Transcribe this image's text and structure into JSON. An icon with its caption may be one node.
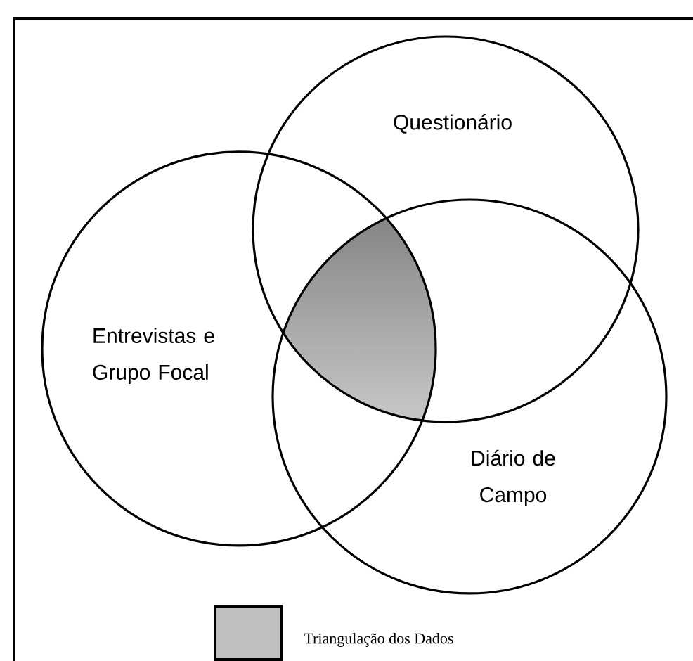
{
  "diagram": {
    "nodes": [
      {
        "text": [
          "Questionário"
        ]
      },
      {
        "text": [
          "Entrevistas e Grupo Focal"
        ]
      },
      {
        "text": [
          "Diário de Campo"
        ]
      }
    ],
    "legend": [
      {
        "text": "Triangulação dos Dados",
        "color": "#c0c0c0"
      }
    ]
  }
}
